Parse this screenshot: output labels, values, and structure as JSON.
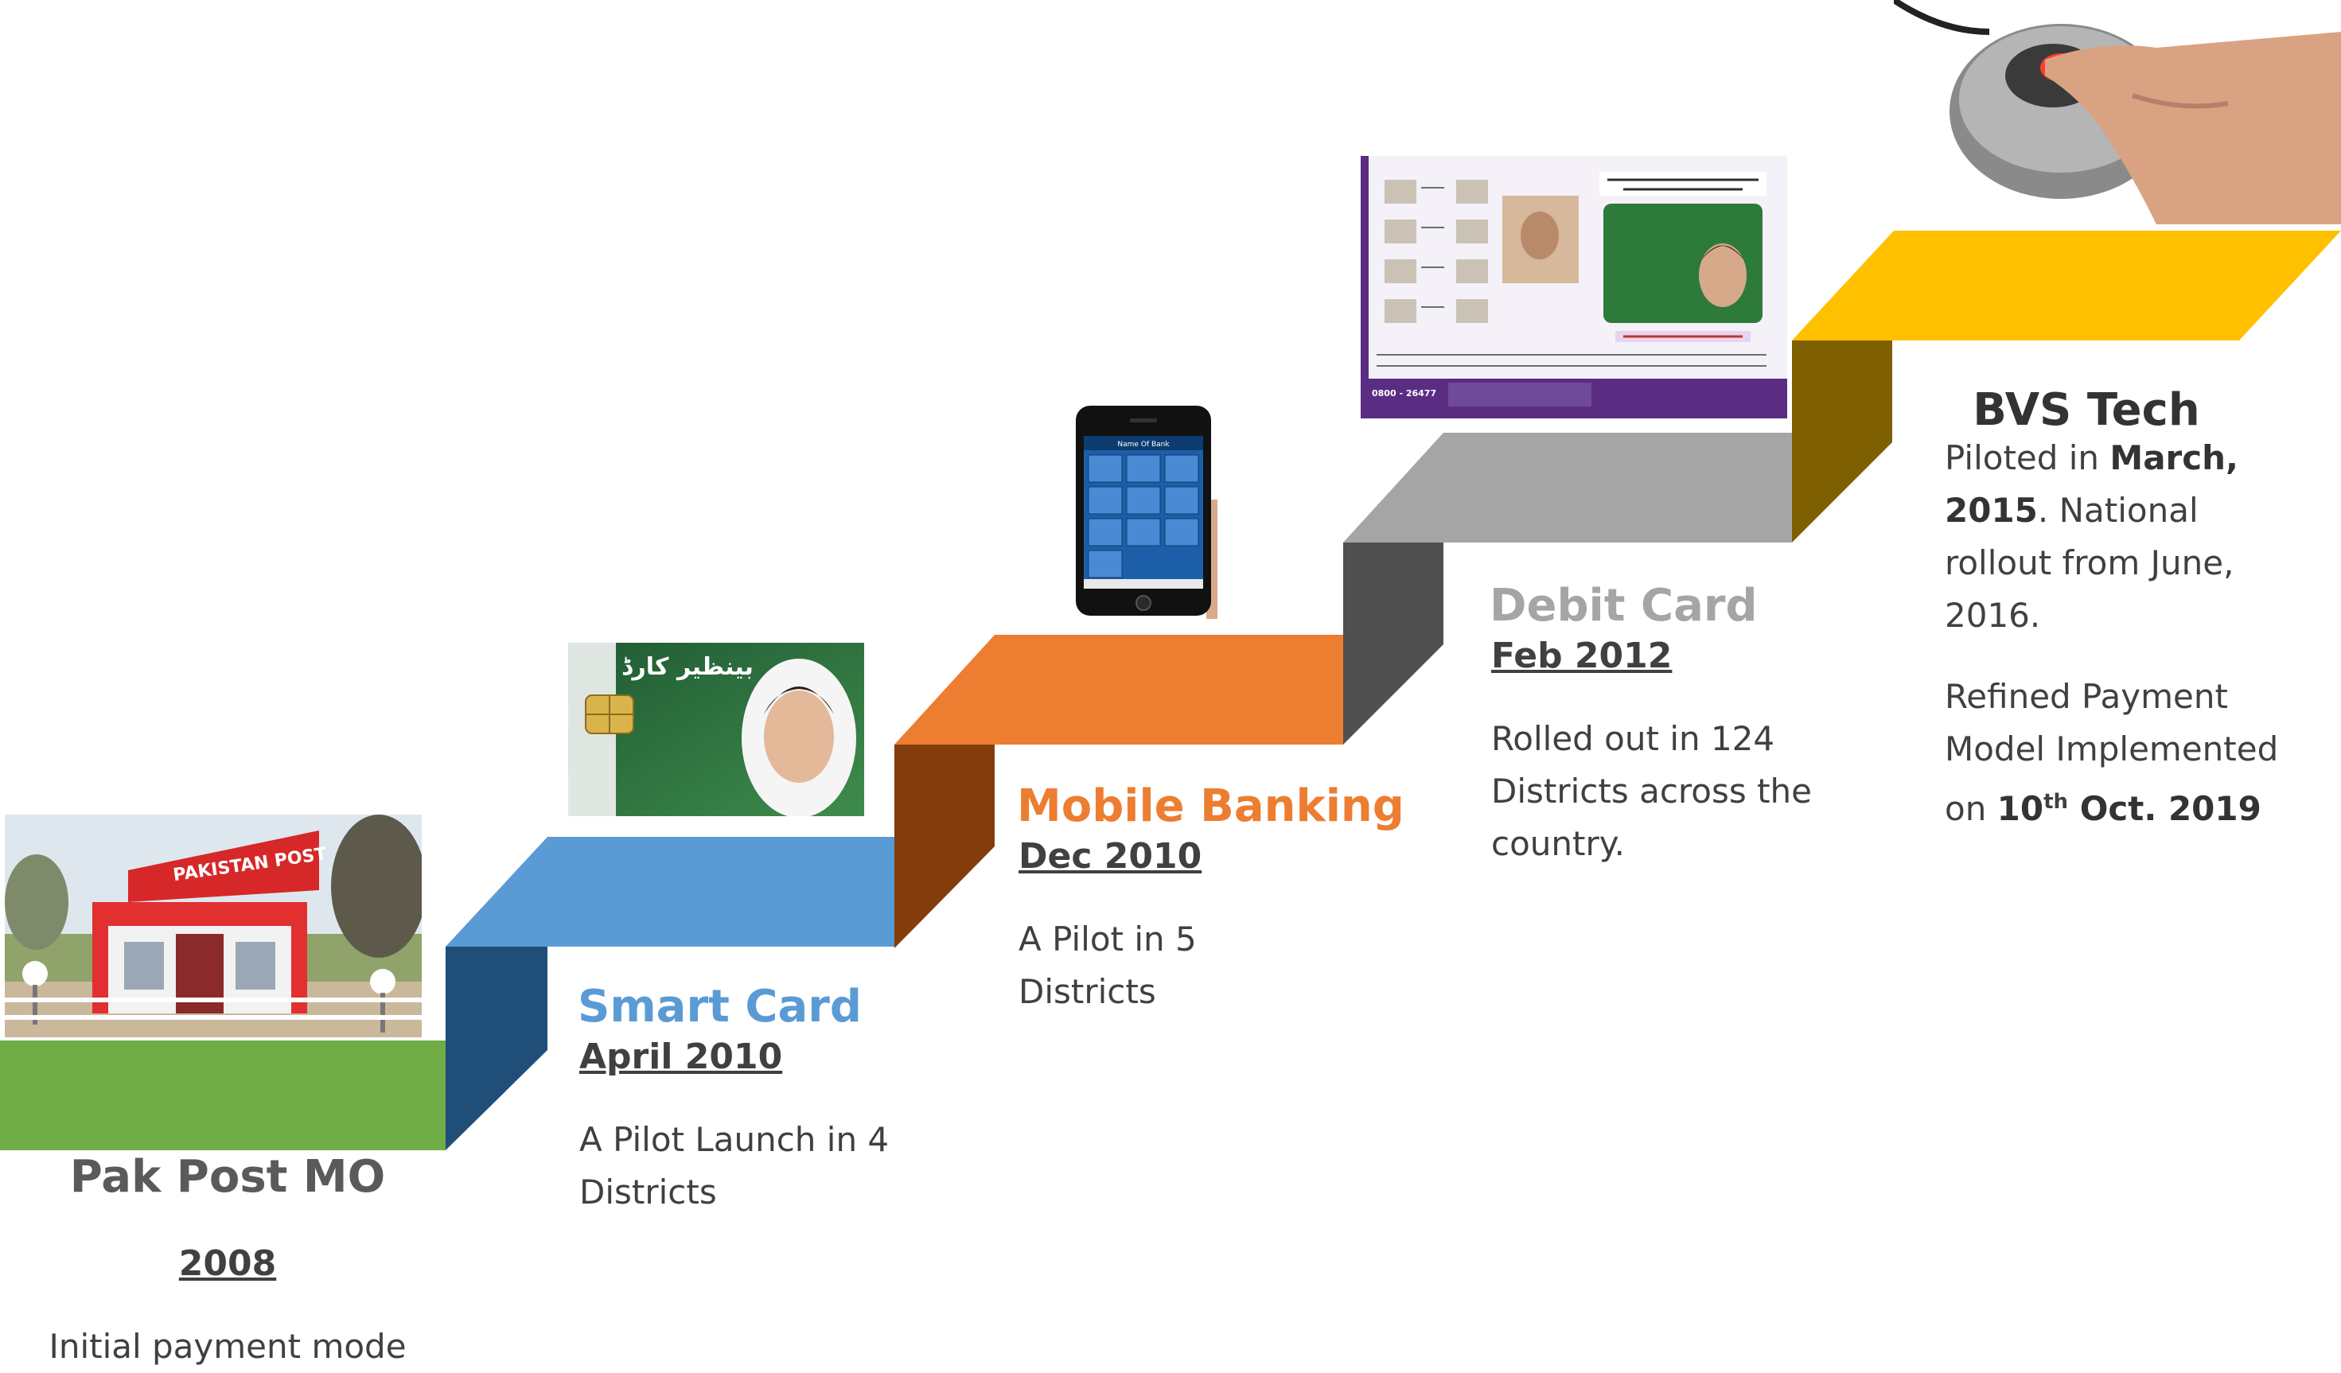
{
  "colors": {
    "green": "#70AD47",
    "blue": "#5B9BD5",
    "blue_dark": "#1F4E79",
    "orange": "#ED7D31",
    "orange_dark": "#843C0C",
    "gray": "#A5A5A5",
    "gray_dark": "#505050",
    "gold": "#FFC000",
    "gold_dark": "#7F6000",
    "text": "#404040"
  },
  "milestones": [
    {
      "title": "Pak Post MO",
      "date": "2008",
      "desc": "Initial payment mode",
      "image": "pakistan-post-office-photo"
    },
    {
      "title": "Smart Card",
      "date": "April 2010",
      "desc": "A Pilot Launch in 4 Districts",
      "image": "benazir-smart-card-photo"
    },
    {
      "title": "Mobile Banking",
      "date": "Dec 2010",
      "desc": "A Pilot in 5 Districts",
      "image": "mobile-banking-phone-photo"
    },
    {
      "title": "Debit Card",
      "date": "Feb 2012",
      "desc": "Rolled out in 124 Districts across the country.",
      "image": "benazir-debit-card-poster"
    },
    {
      "title": "BVS Tech",
      "desc1": {
        "a": "Piloted in ",
        "b": "March, 2015",
        "c": ". National rollout from June, 2016."
      },
      "desc2": {
        "a": "Refined Payment Model Implemented on ",
        "b1": "10",
        "sup": "th",
        "b2": " Oct. 2019"
      },
      "image": "fingerprint-scanner-photo"
    }
  ],
  "image_text": {
    "post_sign": "PAKISTAN POST",
    "card_label": "بینظیر کارڈ",
    "phone_header": "Name Of Bank",
    "poster_number": "0800 - 26477"
  }
}
